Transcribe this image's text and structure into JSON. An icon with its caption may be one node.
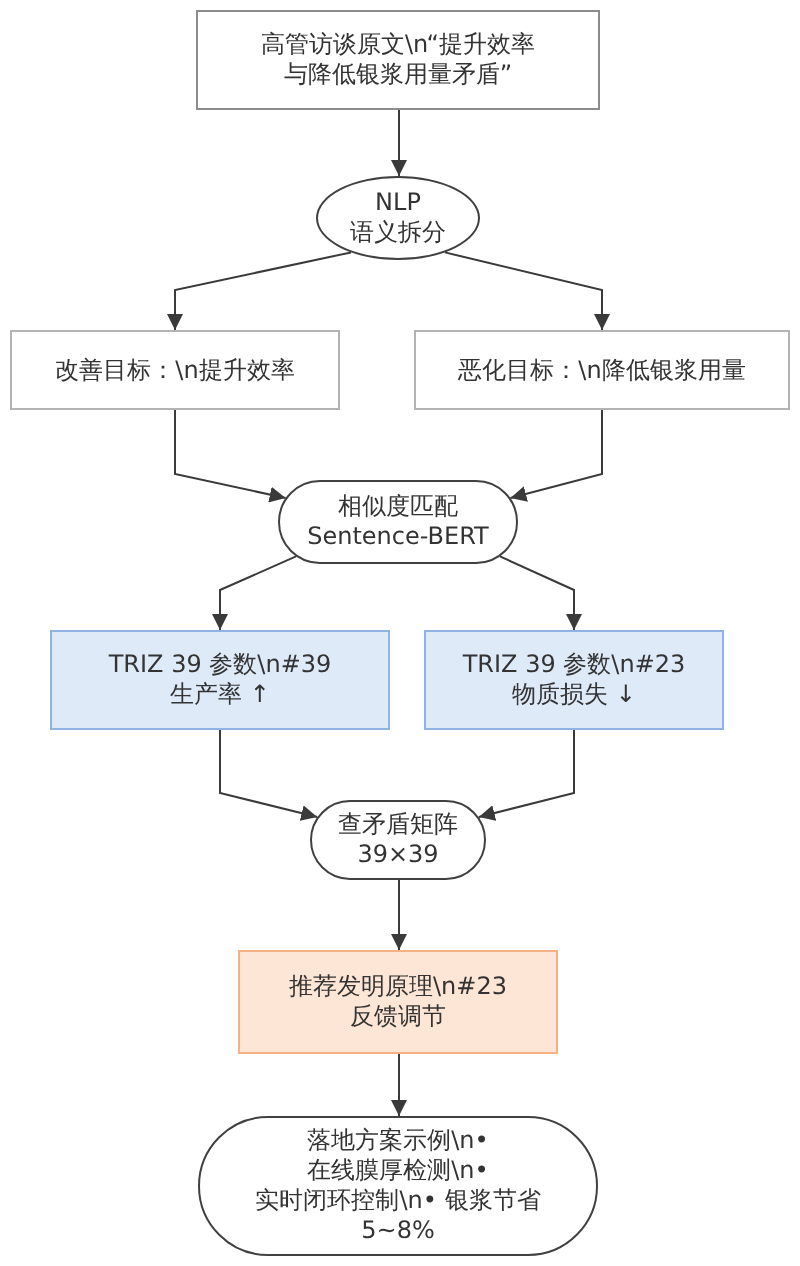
{
  "diagram": {
    "nodes": [
      {
        "text": [
          "高管访谈原文\\n“提升效率与降低银浆用量矛盾”"
        ]
      },
      {
        "text": [
          "NLP 语义拆分"
        ]
      },
      {
        "text": [
          "改善目标：\\n提升效率"
        ]
      },
      {
        "text": [
          "恶化目标：\\n降低银浆用量"
        ]
      },
      {
        "text": [
          "相似度匹配 Sentence-BERT"
        ]
      },
      {
        "text": [
          "TRIZ 39 参数\\n#39 生产率 ↑"
        ]
      },
      {
        "text": [
          "TRIZ 39 参数\\n#23 物质损失 ↓"
        ]
      },
      {
        "text": [
          "查矛盾矩阵 39×39"
        ]
      },
      {
        "text": [
          "推荐发明原理\\n#23 反馈调节"
        ]
      },
      {
        "text": [
          "落地方案示例\\n• 在线膜厚检测\\n• 实时闭环控制\\n• 银浆节省 5~8%"
        ]
      }
    ],
    "edges": [
      {
        "from": 0,
        "to": 1,
        "arrow": "to"
      },
      {
        "from": 1,
        "to": 2,
        "arrow": "to"
      },
      {
        "from": 1,
        "to": 3,
        "arrow": "to"
      },
      {
        "from": 2,
        "to": 4,
        "arrow": "to"
      },
      {
        "from": 3,
        "to": 4,
        "arrow": "to"
      },
      {
        "from": 4,
        "to": 5,
        "arrow": "to"
      },
      {
        "from": 4,
        "to": 6,
        "arrow": "to"
      },
      {
        "from": 5,
        "to": 7,
        "arrow": "to"
      },
      {
        "from": 6,
        "to": 7,
        "arrow": "to"
      },
      {
        "from": 7,
        "to": 8,
        "arrow": "to"
      },
      {
        "from": 8,
        "to": 9,
        "arrow": "to"
      }
    ]
  }
}
